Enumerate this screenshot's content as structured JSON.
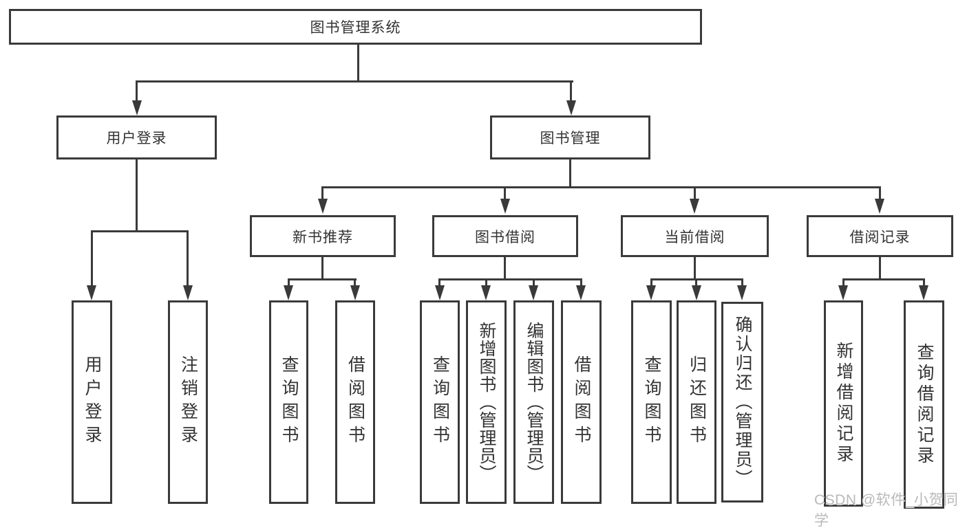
{
  "diagram": {
    "title": "图书管理系统",
    "type": "function-structure-tree",
    "colors": {
      "line": "#3a3a3a",
      "text": "#333333",
      "watermark": "#b9b9b9",
      "background": "#ffffff"
    },
    "branches": [
      {
        "label": "用户登录",
        "children": [
          "用户登录",
          "注销登录"
        ]
      },
      {
        "label": "图书管理",
        "modules": [
          {
            "label": "新书推荐",
            "children": [
              "查询图书",
              "借阅图书"
            ]
          },
          {
            "label": "图书借阅",
            "children": [
              "查询图书",
              "新增图书（管理员）",
              "编辑图书（管理员）",
              "借阅图书"
            ]
          },
          {
            "label": "当前借阅",
            "children": [
              "查询图书",
              "归还图书",
              "确认归还（管理员）"
            ]
          },
          {
            "label": "借阅记录",
            "children": [
              "新增借阅记录",
              "查询借阅记录"
            ]
          }
        ]
      }
    ],
    "watermark": "CSDN @软件_小贺同学"
  }
}
